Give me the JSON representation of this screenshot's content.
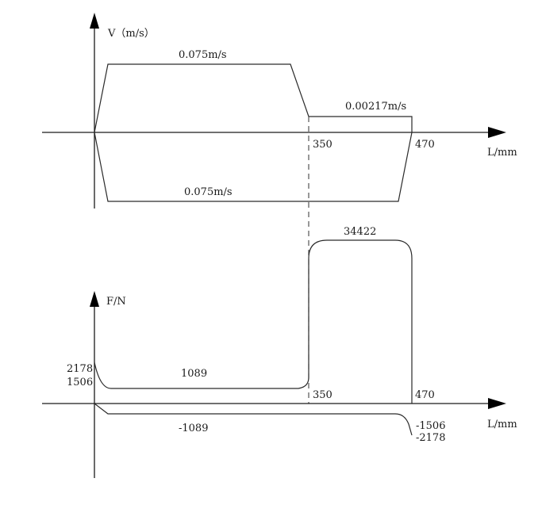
{
  "velocity_diagram": {
    "y_axis_label": "V（m/s）",
    "x_axis_label": "L/mm",
    "forward_speed_label": "0.075m/s",
    "slow_speed_label": "0.00217m/s",
    "return_speed_label": "0.075m/s",
    "tick_350": "350",
    "tick_470": "470"
  },
  "force_diagram": {
    "y_axis_label": "F/N",
    "x_axis_label": "L/mm",
    "peak_label": "34422",
    "forward_label": "1089",
    "return_label": "-1089",
    "start_high": "2178",
    "start_low": "1506",
    "end_neg_low": "-1506",
    "end_neg_high": "-2178",
    "tick_350": "350",
    "tick_470": "470"
  }
}
